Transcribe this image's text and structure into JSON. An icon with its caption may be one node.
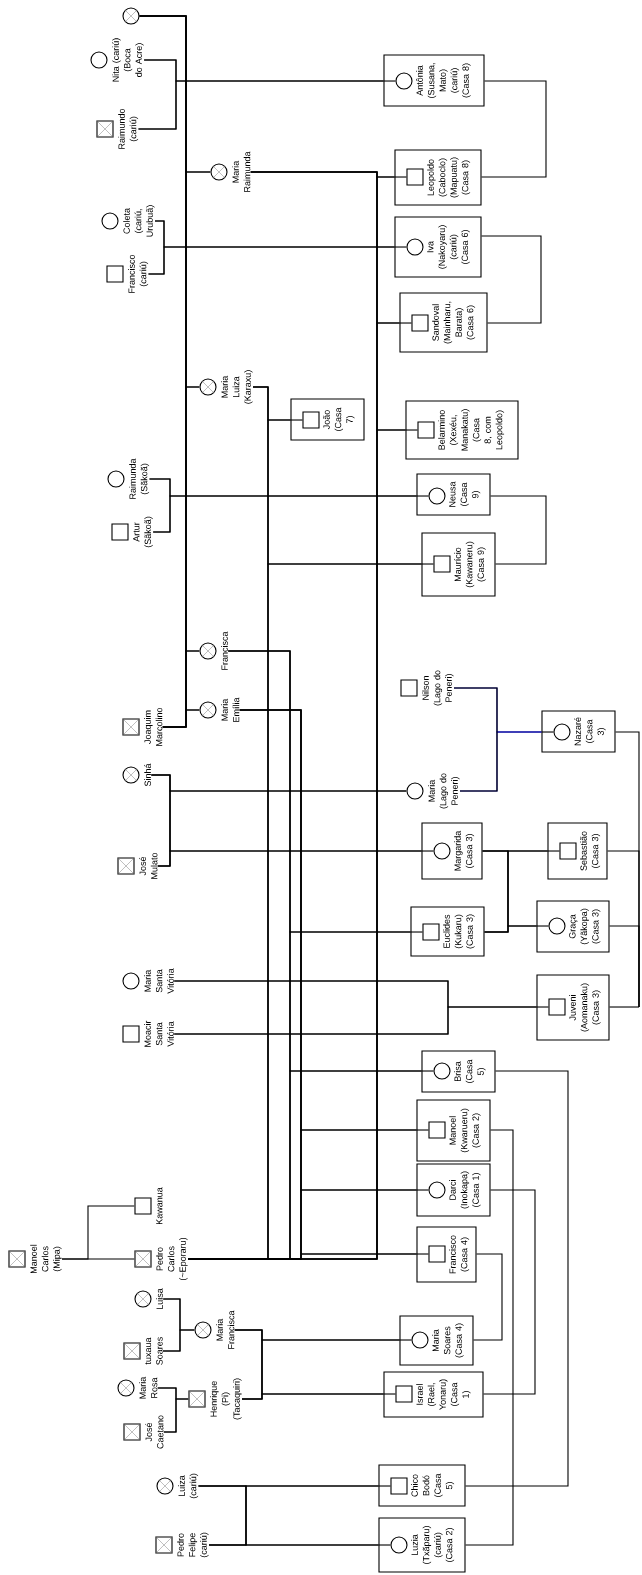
{
  "diagram": {
    "nodes": [
      {
        "text": [],
        "shape": "circle"
      },
      {
        "text": [
          "Nita (cariú) (Boca do Acre)"
        ]
      },
      {
        "text": [
          "Raimundo (cariú)"
        ]
      },
      {
        "text": [
          "Maria Raimunda"
        ]
      },
      {
        "text": [
          "Coleta (cariú, Urubuã)"
        ]
      },
      {
        "text": [
          "Francisco (cariú)"
        ]
      },
      {
        "text": [
          "Maria Luiza (Karaxu)"
        ]
      },
      {
        "text": [
          "Raimunda (Sãkoã)"
        ]
      },
      {
        "text": [
          "Artur (Sãkoã)"
        ]
      },
      {
        "text": [
          "Francisca"
        ]
      },
      {
        "text": [
          "Maria Emília"
        ]
      },
      {
        "text": [
          "Joaquim Marcolino"
        ]
      },
      {
        "text": [
          "Nilson (Lago do Peneri)"
        ]
      },
      {
        "text": [
          "Sinhá"
        ]
      },
      {
        "text": [
          "Maria (Lago do Peneri)"
        ]
      },
      {
        "text": [
          "José Mulato"
        ]
      },
      {
        "text": [
          "Maria Santa Vitória"
        ]
      },
      {
        "text": [
          "Moacir Santa Vitória"
        ]
      },
      {
        "text": [
          "Kawanua"
        ]
      },
      {
        "text": [
          "Manoel Carlos (Mipa)"
        ]
      },
      {
        "text": [
          "Pedro Carlos (~Eporaru)"
        ]
      },
      {
        "text": [
          "Luisa"
        ]
      },
      {
        "text": [
          "Maria Francisca"
        ]
      },
      {
        "text": [
          "tuxaua Soares"
        ]
      },
      {
        "text": [
          "Maria Rosa"
        ]
      },
      {
        "text": [
          "Henrique (Pi) (Tacaquiri)"
        ]
      },
      {
        "text": [
          "José Caetano"
        ]
      },
      {
        "text": [
          "Luiza (cariú)"
        ]
      },
      {
        "text": [
          "Pedro Felipe (cariú)"
        ]
      },
      {
        "text": [
          "Antônia (Susana, Mato) (cariú) (Casa 8)"
        ]
      },
      {
        "text": [
          "Leopoldo (Caboclo) (Mapuatu) (Casa 8)"
        ]
      },
      {
        "text": [
          "Iva (Nakoyaru) (cariú) (Casa 6)"
        ]
      },
      {
        "text": [
          "Sandoval (Mainharu, Barata) (Casa 6)"
        ]
      },
      {
        "text": [
          "João (Casa 7)"
        ]
      },
      {
        "text": [
          "Belarmino (Xexéu, Manakatu) (Casa 8, com Leopoldo)"
        ]
      },
      {
        "text": [
          "Neusa (Casa 9)"
        ]
      },
      {
        "text": [
          "Maurício (Kawaneru) (Casa 9)"
        ]
      },
      {
        "text": [
          "Nazaré (Casa 3)"
        ]
      },
      {
        "text": [
          "Margarida (Casa 3)"
        ]
      },
      {
        "text": [
          "Sebastião (Casa 3)"
        ]
      },
      {
        "text": [
          "Euclides (Kukaru) (Casa 3)"
        ]
      },
      {
        "text": [
          "Graça (Yãkopa) (Casa 3)"
        ]
      },
      {
        "text": [
          "Juveni (Aomanaku) (Casa 3)"
        ]
      },
      {
        "text": [
          "Brisa (Casa 5)"
        ]
      },
      {
        "text": [
          "Manoel (Kwarueru) (Casa 2)"
        ]
      },
      {
        "text": [
          "Darci (Inokapa) (Casa 1)"
        ]
      },
      {
        "text": [
          "Francisco (Casa 4)"
        ]
      },
      {
        "text": [
          "Maria Soares (Casa 4)"
        ]
      },
      {
        "text": [
          "Israel (Rael, Yonaru) (Casa 1)"
        ]
      },
      {
        "text": [
          "Chico Bodó (Casa 5)"
        ]
      },
      {
        "text": [
          "Luzia (Txãparu) (cariú) (Casa 2)"
        ]
      }
    ],
    "edges": [
      {
        "from": 0,
        "to": 11,
        "arrow": "none"
      },
      {
        "from": 0,
        "to": 3,
        "arrow": "none"
      },
      {
        "from": 0,
        "to": 6,
        "arrow": "none"
      },
      {
        "from": 0,
        "to": 9,
        "arrow": "none"
      },
      {
        "from": 0,
        "to": 10,
        "arrow": "none"
      },
      {
        "from": 11,
        "to": 3,
        "arrow": "none"
      },
      {
        "from": 11,
        "to": 6,
        "arrow": "none"
      },
      {
        "from": 11,
        "to": 9,
        "arrow": "none"
      },
      {
        "from": 11,
        "to": 10,
        "arrow": "none"
      },
      {
        "from": 1,
        "to": 2,
        "arrow": "none"
      },
      {
        "from": 1,
        "to": 29,
        "arrow": "none"
      },
      {
        "from": 2,
        "to": 29,
        "arrow": "none"
      },
      {
        "from": 4,
        "to": 5,
        "arrow": "none"
      },
      {
        "from": 4,
        "to": 31,
        "arrow": "none"
      },
      {
        "from": 5,
        "to": 31,
        "arrow": "none"
      },
      {
        "from": 3,
        "to": 20,
        "arrow": "none"
      },
      {
        "from": 3,
        "to": 30,
        "arrow": "none"
      },
      {
        "from": 3,
        "to": 32,
        "arrow": "none"
      },
      {
        "from": 3,
        "to": 34,
        "arrow": "none"
      },
      {
        "from": 20,
        "to": 30,
        "arrow": "none"
      },
      {
        "from": 20,
        "to": 32,
        "arrow": "none"
      },
      {
        "from": 20,
        "to": 34,
        "arrow": "none"
      },
      {
        "from": 6,
        "to": 20,
        "arrow": "none"
      },
      {
        "from": 6,
        "to": 33,
        "arrow": "none"
      },
      {
        "from": 6,
        "to": 36,
        "arrow": "none"
      },
      {
        "from": 20,
        "to": 33,
        "arrow": "none"
      },
      {
        "from": 20,
        "to": 36,
        "arrow": "none"
      },
      {
        "from": 9,
        "to": 20,
        "arrow": "none"
      },
      {
        "from": 9,
        "to": 40,
        "arrow": "none"
      },
      {
        "from": 9,
        "to": 43,
        "arrow": "none"
      },
      {
        "from": 20,
        "to": 40,
        "arrow": "none"
      },
      {
        "from": 20,
        "to": 43,
        "arrow": "none"
      },
      {
        "from": 10,
        "to": 20,
        "arrow": "none"
      },
      {
        "from": 10,
        "to": 44,
        "arrow": "none"
      },
      {
        "from": 10,
        "to": 45,
        "arrow": "none"
      },
      {
        "from": 10,
        "to": 46,
        "arrow": "none"
      },
      {
        "from": 20,
        "to": 44,
        "arrow": "none"
      },
      {
        "from": 20,
        "to": 45,
        "arrow": "none"
      },
      {
        "from": 20,
        "to": 46,
        "arrow": "none"
      },
      {
        "from": 7,
        "to": 8,
        "arrow": "none"
      },
      {
        "from": 7,
        "to": 35,
        "arrow": "none"
      },
      {
        "from": 8,
        "to": 35,
        "arrow": "none"
      },
      {
        "from": 13,
        "to": 15,
        "arrow": "none"
      },
      {
        "from": 13,
        "to": 14,
        "arrow": "none"
      },
      {
        "from": 13,
        "to": 38,
        "arrow": "none"
      },
      {
        "from": 15,
        "to": 14,
        "arrow": "none"
      },
      {
        "from": 15,
        "to": 38,
        "arrow": "none"
      },
      {
        "from": 12,
        "to": 14,
        "arrow": "none"
      },
      {
        "from": 12,
        "to": 37,
        "arrow": "none",
        "color": "#0000a0"
      },
      {
        "from": 14,
        "to": 37,
        "arrow": "none",
        "color": "#0000a0"
      },
      {
        "from": 38,
        "to": 40,
        "arrow": "none"
      },
      {
        "from": 38,
        "to": 39,
        "arrow": "none"
      },
      {
        "from": 38,
        "to": 41,
        "arrow": "none"
      },
      {
        "from": 40,
        "to": 39,
        "arrow": "none"
      },
      {
        "from": 40,
        "to": 41,
        "arrow": "none"
      },
      {
        "from": 16,
        "to": 17,
        "arrow": "none"
      },
      {
        "from": 16,
        "to": 42,
        "arrow": "none"
      },
      {
        "from": 17,
        "to": 42,
        "arrow": "none"
      },
      {
        "from": 19,
        "to": 20,
        "arrow": "none"
      },
      {
        "from": 19,
        "to": 18,
        "arrow": "none"
      },
      {
        "from": 21,
        "to": 23,
        "arrow": "none"
      },
      {
        "from": 21,
        "to": 22,
        "arrow": "none"
      },
      {
        "from": 23,
        "to": 22,
        "arrow": "none"
      },
      {
        "from": 24,
        "to": 26,
        "arrow": "none"
      },
      {
        "from": 24,
        "to": 25,
        "arrow": "none"
      },
      {
        "from": 26,
        "to": 25,
        "arrow": "none"
      },
      {
        "from": 22,
        "to": 25,
        "arrow": "none"
      },
      {
        "from": 22,
        "to": 47,
        "arrow": "none"
      },
      {
        "from": 22,
        "to": 48,
        "arrow": "none"
      },
      {
        "from": 25,
        "to": 47,
        "arrow": "none"
      },
      {
        "from": 25,
        "to": 48,
        "arrow": "none"
      },
      {
        "from": 27,
        "to": 28,
        "arrow": "none"
      },
      {
        "from": 27,
        "to": 49,
        "arrow": "none"
      },
      {
        "from": 27,
        "to": 50,
        "arrow": "none"
      },
      {
        "from": 28,
        "to": 49,
        "arrow": "none"
      },
      {
        "from": 28,
        "to": 50,
        "arrow": "none"
      },
      {
        "from": 29,
        "to": 30,
        "arrow": "none"
      },
      {
        "from": 31,
        "to": 32,
        "arrow": "none"
      },
      {
        "from": 35,
        "to": 36,
        "arrow": "none"
      },
      {
        "from": 46,
        "to": 47,
        "arrow": "none"
      },
      {
        "from": 45,
        "to": 48,
        "arrow": "none"
      },
      {
        "from": 44,
        "to": 50,
        "arrow": "none"
      },
      {
        "from": 43,
        "to": 49,
        "arrow": "none"
      },
      {
        "from": 37,
        "to": null,
        "arrow": "none"
      },
      {
        "from": 39,
        "to": null,
        "arrow": "none"
      },
      {
        "from": 41,
        "to": null,
        "arrow": "none"
      },
      {
        "from": 42,
        "to": null,
        "arrow": "none"
      }
    ]
  }
}
